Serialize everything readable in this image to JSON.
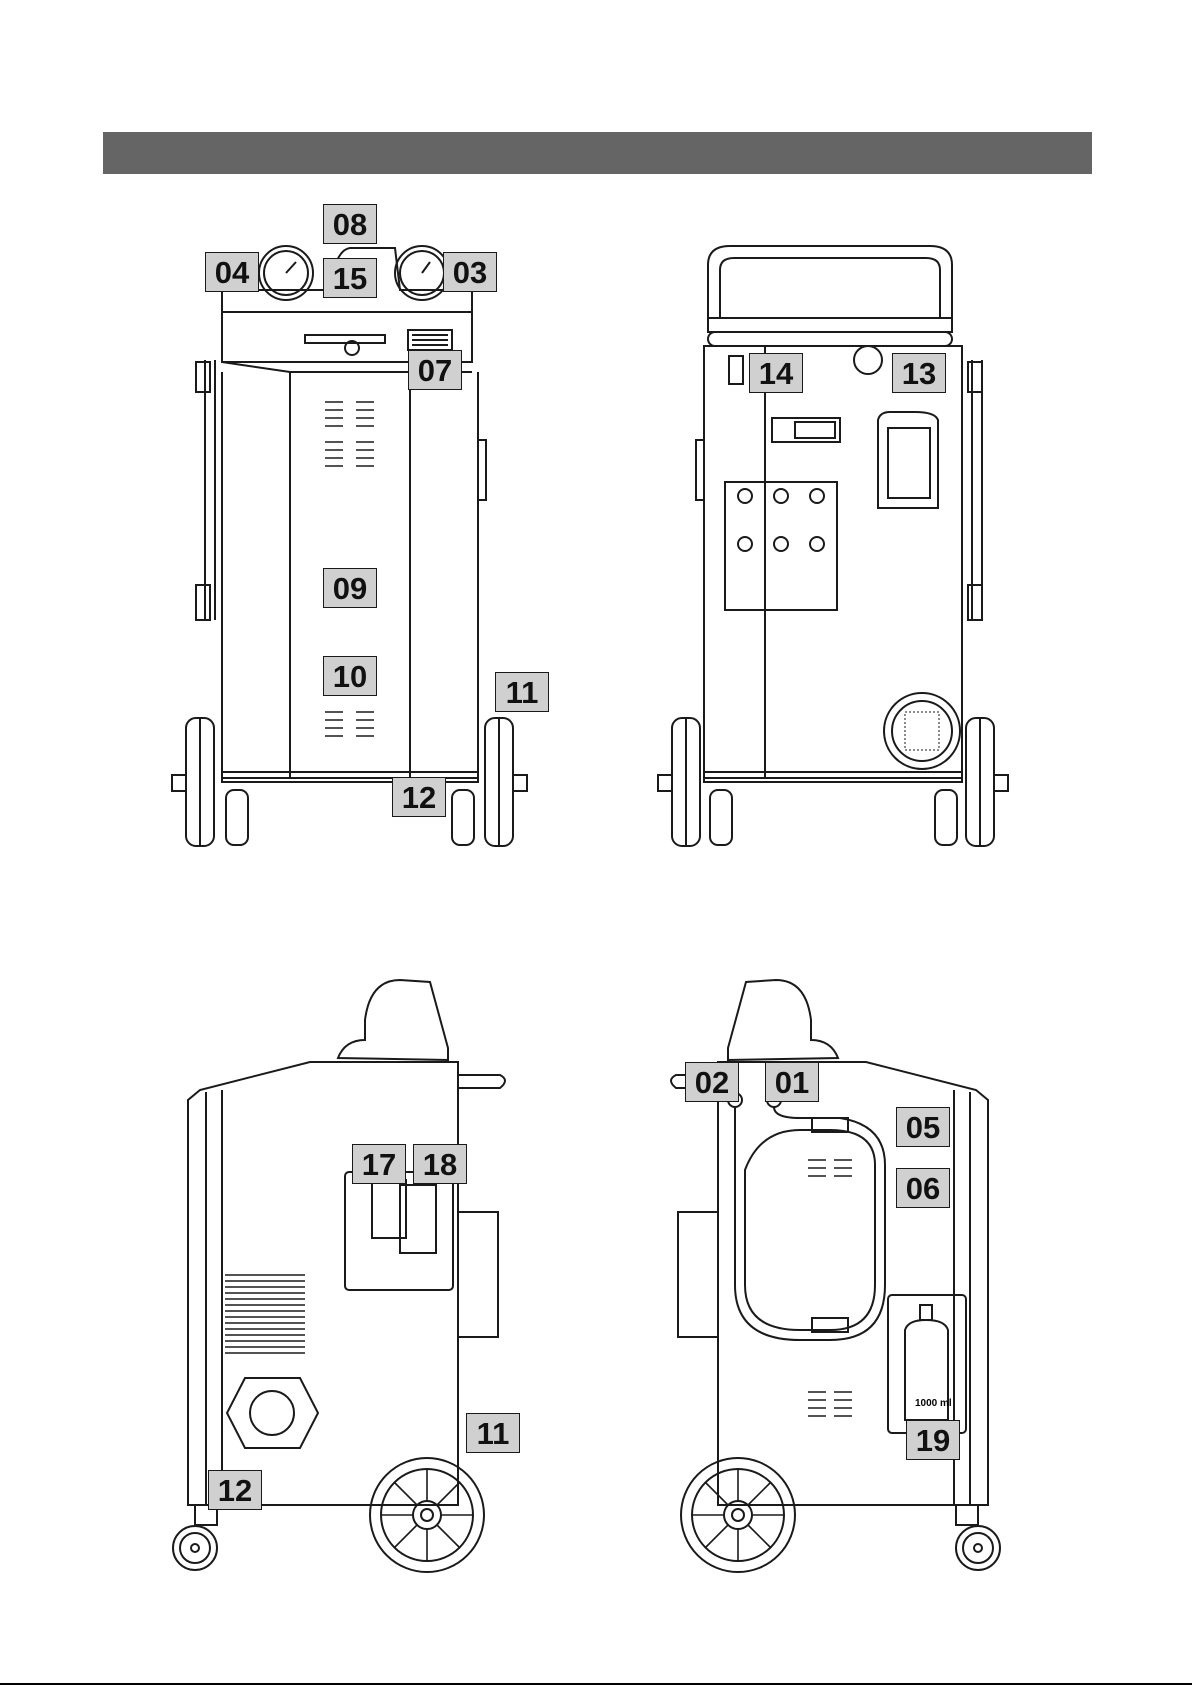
{
  "header": {
    "title": ""
  },
  "callouts": {
    "c08": "08",
    "c04": "04",
    "c15": "15",
    "c03": "03",
    "c07": "07",
    "c09": "09",
    "c10": "10",
    "c11a": "11",
    "c12a": "12",
    "c14": "14",
    "c13": "13",
    "c17": "17",
    "c18": "18",
    "c11b": "11",
    "c12b": "12",
    "c02": "02",
    "c01": "01",
    "c05": "05",
    "c06": "06",
    "c19": "19"
  },
  "labels": {
    "tank_capacity": "1000 ml"
  },
  "colors": {
    "header": "#656565",
    "callout_fill": "#d0d0d0",
    "line": "#1a1a1a"
  }
}
